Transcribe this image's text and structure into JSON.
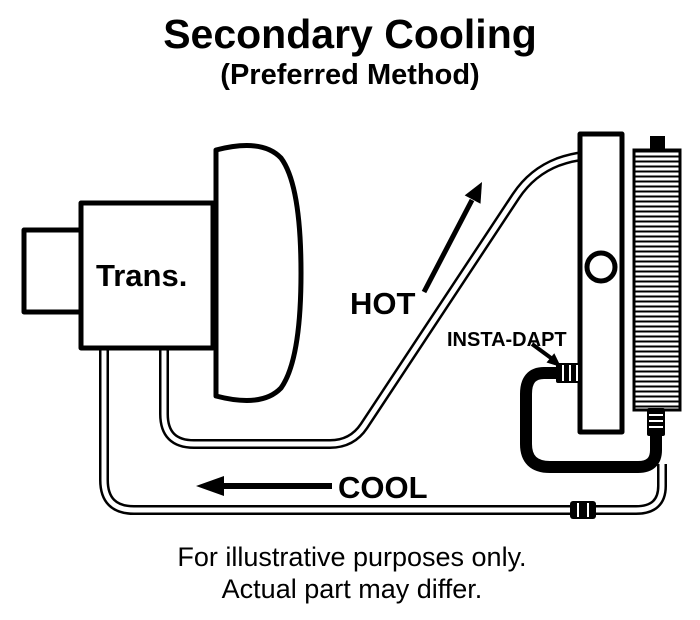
{
  "header": {
    "title": "Secondary Cooling",
    "subtitle": "(Preferred Method)"
  },
  "diagram": {
    "trans_label": "Trans.",
    "hot_label": "HOT",
    "cool_label": "COOL",
    "fitting_label": "INSTA-DAPT"
  },
  "footer": {
    "line1": "For illustrative purposes only.",
    "line2": "Actual part may differ."
  },
  "colors": {
    "ink": "#000000",
    "background": "#ffffff"
  }
}
